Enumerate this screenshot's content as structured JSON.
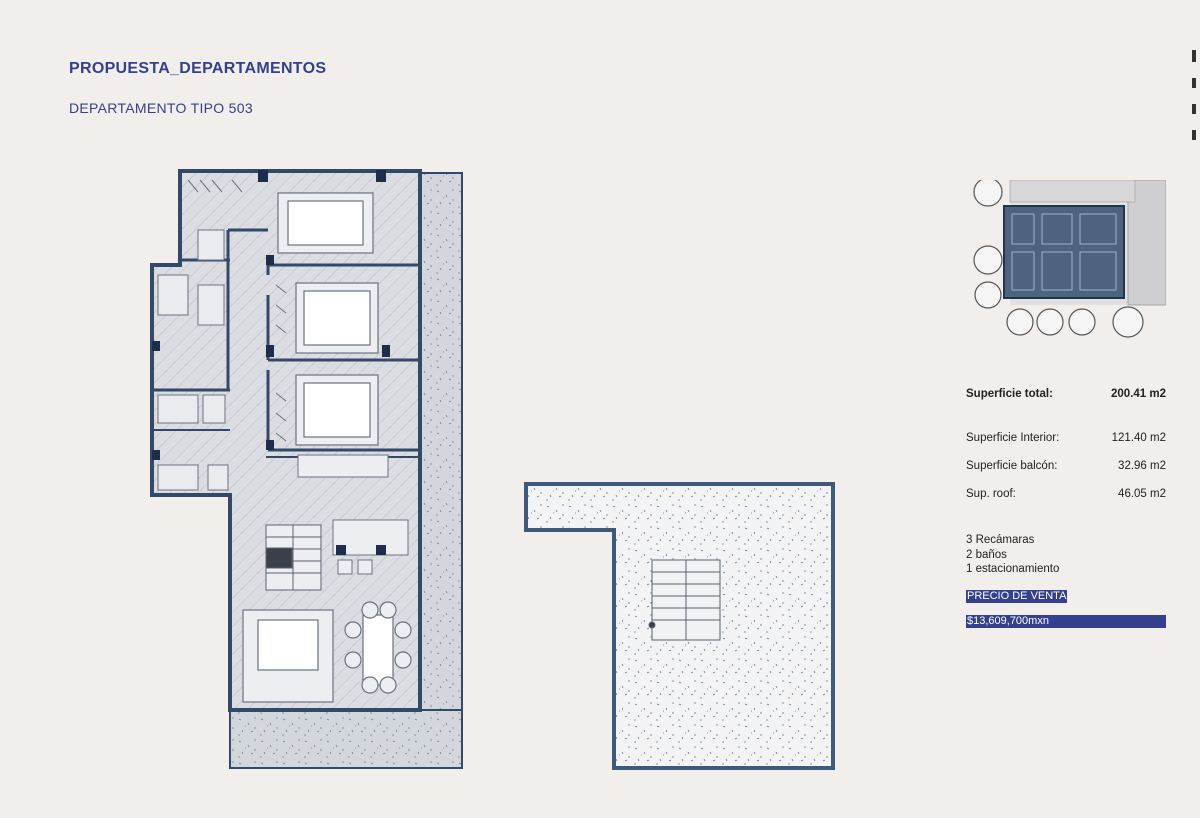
{
  "header": {
    "title": "PROPUESTA_DEPARTAMENTOS",
    "subtitle": "DEPARTAMENTO TIPO  503"
  },
  "stats": {
    "total_label": "Superficie total:",
    "total_value": "200.41 m2",
    "interior_label": "Superficie Interior:",
    "interior_value": "121.40 m2",
    "balcon_label": "Superficie balcón:",
    "balcon_value": "32.96 m2",
    "roof_label": "Sup. roof:",
    "roof_value": "46.05 m2"
  },
  "features": {
    "bedrooms": "3 Recámaras",
    "bathrooms": "2 baños",
    "parking": "1 estacionamiento"
  },
  "price": {
    "label": "PRECIO DE VENTA",
    "value": "$13,609,700mxn"
  },
  "colors": {
    "accent": "#34408f",
    "wall": "#33496a",
    "floor": "#d9dade",
    "terrace": "#cfd3d8",
    "background": "#f1eeeb"
  }
}
